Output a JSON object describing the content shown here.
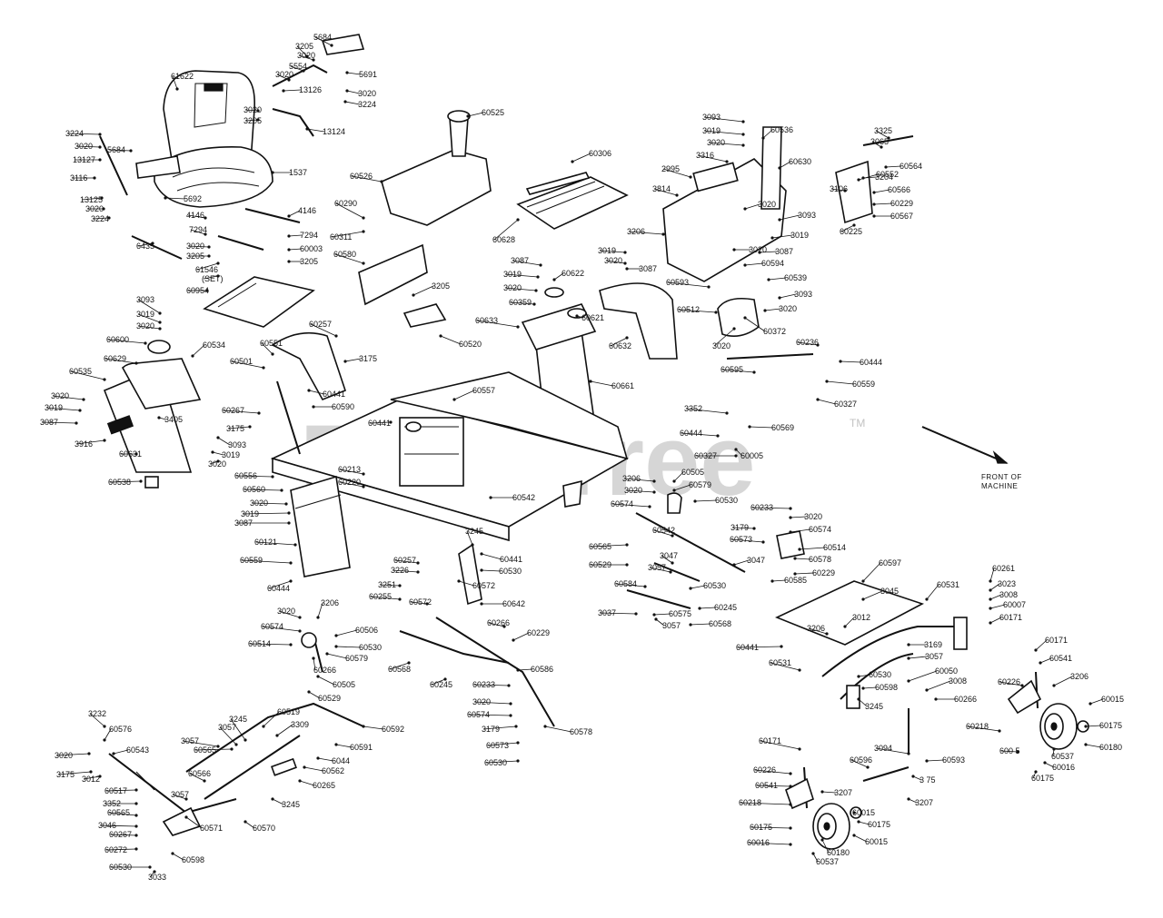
{
  "watermark": "PartsTree",
  "trademark": "TM",
  "front_note": [
    "FRONT OF",
    "MACHINE"
  ],
  "part_numbers": [
    "5684",
    "3205",
    "3020",
    "5554",
    "3020",
    "5691",
    "3020",
    "3224",
    "13126",
    "3020",
    "3205",
    "13124",
    "61622",
    "3224",
    "3020",
    "5684",
    "13127",
    "3116",
    "13125",
    "3020",
    "3224",
    "5692",
    "1537",
    "6435",
    "4146",
    "7294",
    "3020",
    "3205",
    "4146",
    "7294",
    "60003",
    "3205",
    "61546",
    "(SET)",
    "60954",
    "60525",
    "60526",
    "60290",
    "60311",
    "60580",
    "3205",
    "60520",
    "60306",
    "60628",
    "3093",
    "3019",
    "3020",
    "3316",
    "60536",
    "60630",
    "2995",
    "3814",
    "3206",
    "3020",
    "3093",
    "3019",
    "3020",
    "3087",
    "3325",
    "3065",
    "60564",
    "60552",
    "3204",
    "3106",
    "60566",
    "60229",
    "60567",
    "60225",
    "3087",
    "3019",
    "3020",
    "60622",
    "60359",
    "60633",
    "60621",
    "3019",
    "3020",
    "3087",
    "60632",
    "60661",
    "60594",
    "60539",
    "60593",
    "3093",
    "60512",
    "3020",
    "60372",
    "3020",
    "3093",
    "3019",
    "3020",
    "60600",
    "60534",
    "60629",
    "60535",
    "3020",
    "3019",
    "3087",
    "3916",
    "60631",
    "60538",
    "60257",
    "60551",
    "3175",
    "60501",
    "60441",
    "60590",
    "60441",
    "60267",
    "3175",
    "3405",
    "3093",
    "3019",
    "3020",
    "60557",
    "60556",
    "60560",
    "60213",
    "60220",
    "3020",
    "3019",
    "3087",
    "60121",
    "60559",
    "60444",
    "60542",
    "60236",
    "60444",
    "60595",
    "60559",
    "60327",
    "3352",
    "60569",
    "60444",
    "60327",
    "60005",
    "3206",
    "3020",
    "60505",
    "60579",
    "60574",
    "60530",
    "60233",
    "3020",
    "3179",
    "60574",
    "60573",
    "60514",
    "60565",
    "60542",
    "60529",
    "3047",
    "3047",
    "3057",
    "60578",
    "60229",
    "60584",
    "60530",
    "60585",
    "3037",
    "3057",
    "60575",
    "60568",
    "60245",
    "3245",
    "60441",
    "60530",
    "60257",
    "3226",
    "3251",
    "60572",
    "60255",
    "60572",
    "60642",
    "3020",
    "3206",
    "60574",
    "60506",
    "60514",
    "60530",
    "60579",
    "60266",
    "60505",
    "60529",
    "60266",
    "60229",
    "60568",
    "60245",
    "60586",
    "60233",
    "3020",
    "60574",
    "60578",
    "3179",
    "60573",
    "60530",
    "60597",
    "3045",
    "60531",
    "60261",
    "3023",
    "3008",
    "60007",
    "3012",
    "60171",
    "60441",
    "3206",
    "3169",
    "3057",
    "60171",
    "60541",
    "60531",
    "60226",
    "3206",
    "60530",
    "60598",
    "60050",
    "3008",
    "3245",
    "60266",
    "60015",
    "60175",
    "60218",
    "60180",
    "60537",
    "60016",
    "600 5",
    "60175",
    "60171",
    "60596",
    "3094",
    "60593",
    "3 75",
    "60226",
    "60541",
    "3207",
    "3207",
    "60218",
    "60015",
    "60175",
    "60175",
    "60016",
    "60537",
    "60180",
    "60015",
    "3232",
    "60576",
    "3020",
    "60543",
    "3175",
    "3012",
    "60517",
    "3352",
    "60565",
    "3046",
    "60267",
    "60272",
    "60530",
    "3033",
    "60598",
    "3057",
    "3245",
    "3057",
    "60565",
    "3057",
    "60566",
    "60570",
    "60571",
    "60519",
    "3309",
    "60592",
    "60591",
    "6044",
    "60562",
    "60265",
    "3245"
  ]
}
